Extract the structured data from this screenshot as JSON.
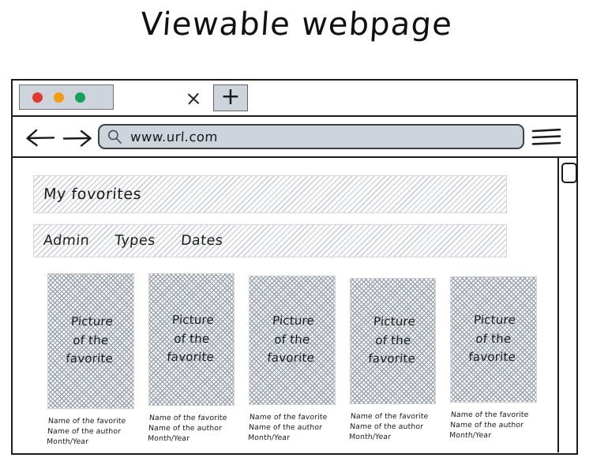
{
  "page": {
    "title": "Viewable webpage"
  },
  "browser": {
    "window_controls": {
      "close_label": "close",
      "minimize_label": "minimize",
      "maximize_label": "maximize",
      "close_color": "#e03a2f",
      "minimize_color": "#f39c12",
      "maximize_color": "#16a05c",
      "bar_color": "#ced4db"
    },
    "tab": {
      "close_glyph": "×",
      "new_tab_glyph": "+"
    },
    "toolbar": {
      "back_label": "Back",
      "forward_label": "Forward",
      "search_icon": "search-icon",
      "url_value": "www.url.com",
      "url_placeholder": "www.url.com",
      "menu_icon": "hamburger-menu-icon",
      "url_bar_color": "#ced4db"
    },
    "scrollbar": {
      "thumb_label": "scroll thumb"
    }
  },
  "site": {
    "header_title": "My fovorites",
    "nav_items": [
      {
        "label": "Admin"
      },
      {
        "label": "Types"
      },
      {
        "label": "Dates"
      }
    ],
    "cards": [
      {
        "thumb_label": "Picture\nof the\nfavorite",
        "name": "Name of the favorite",
        "author": "Name of the author",
        "date": "Month/Year"
      },
      {
        "thumb_label": "Picture\nof the\nfavorite",
        "name": "Name of the favorite",
        "author": "Name of the author",
        "date": "Month/Year"
      },
      {
        "thumb_label": "Picture\nof the\nfavorite",
        "name": "Name of the favorite",
        "author": "Name of the author",
        "date": "Month/Year"
      },
      {
        "thumb_label": "Picture\nof the\nfavorite",
        "name": "Name of the favorite",
        "author": "Name of the author",
        "date": "Month/Year"
      },
      {
        "thumb_label": "Picture\nof the\nfavorite",
        "name": "Name of the favorite",
        "author": "Name of the author",
        "date": "Month/Year"
      }
    ]
  }
}
